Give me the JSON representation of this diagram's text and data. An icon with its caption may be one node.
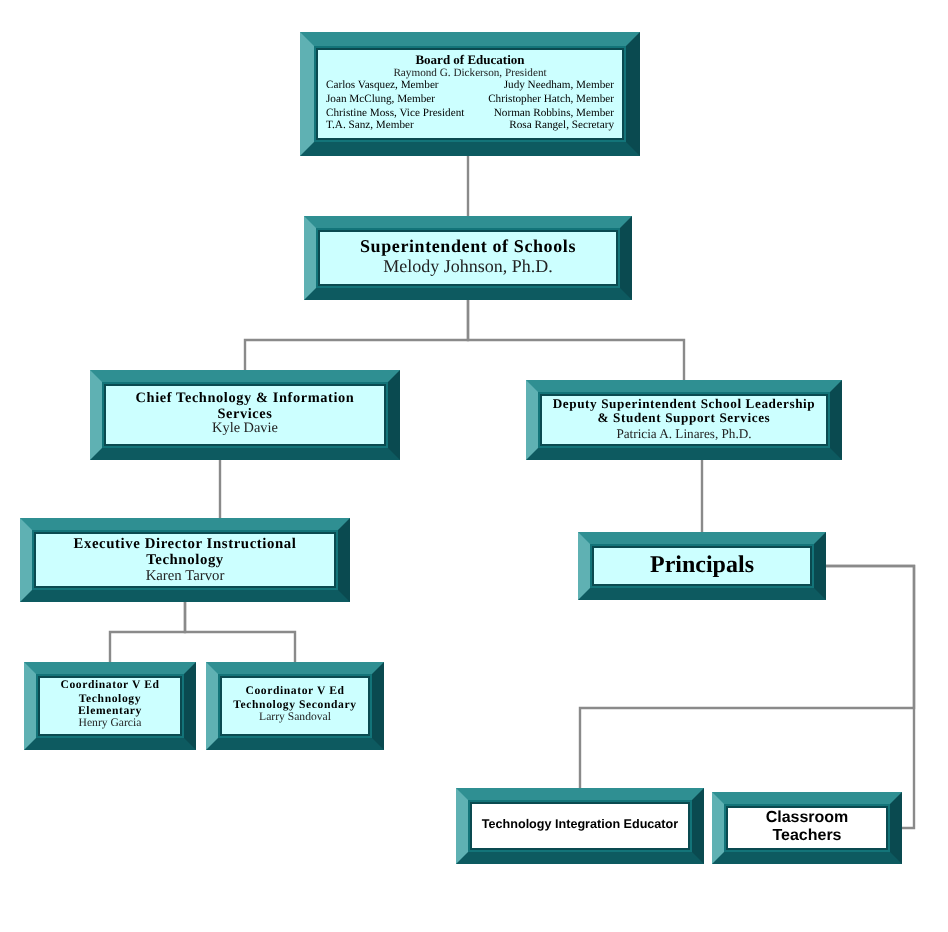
{
  "diagram": {
    "nodes": [
      {
        "text": [
          "Board of Education",
          "Raymond G. Dickerson, President",
          "Carlos Vasquez, Member",
          "Judy Needham, Member",
          "Joan McClung, Member",
          "Christopher Hatch, Member",
          "Christine Moss, Vice President",
          "Norman Robbins, Member",
          "T.A. Sanz, Member",
          "Rosa Rangel, Secretary"
        ]
      },
      {
        "text": [
          "Superintendent of Schools",
          "Melody Johnson, Ph.D."
        ]
      },
      {
        "text": [
          "Chief Technology & Information Services",
          "Kyle Davie"
        ]
      },
      {
        "text": [
          "Deputy Superintendent School Leadership & Student Support Services",
          "Patricia A. Linares, Ph.D."
        ]
      },
      {
        "text": [
          "Executive Director Instructional Technology",
          "Karen Tarvor"
        ]
      },
      {
        "text": [
          "Principals"
        ]
      },
      {
        "text": [
          "Coordinator V Ed Technology Elementary",
          "Henry Garcia"
        ]
      },
      {
        "text": [
          "Coordinator V Ed Technology Secondary",
          "Larry Sandoval"
        ]
      },
      {
        "text": [
          "Technology Integration Educator"
        ]
      },
      {
        "text": [
          "Classroom Teachers"
        ]
      }
    ],
    "edges": [
      {
        "from": 0,
        "to": 1,
        "arrow": "none"
      },
      {
        "from": 1,
        "to": 2,
        "arrow": "none"
      },
      {
        "from": 1,
        "to": 3,
        "arrow": "none"
      },
      {
        "from": 2,
        "to": 4,
        "arrow": "none"
      },
      {
        "from": 4,
        "to": 6,
        "arrow": "none"
      },
      {
        "from": 4,
        "to": 7,
        "arrow": "none"
      },
      {
        "from": 3,
        "to": 5,
        "arrow": "none"
      },
      {
        "from": 5,
        "to": 8,
        "arrow": "none"
      },
      {
        "from": 5,
        "to": 9,
        "arrow": "none"
      }
    ]
  }
}
